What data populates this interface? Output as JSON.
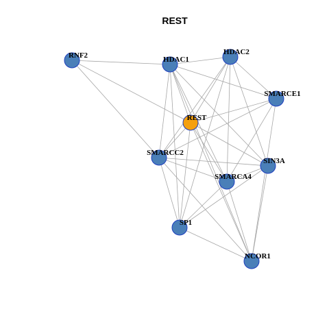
{
  "title": "REST",
  "colors": {
    "focus_node": "#f5a00f",
    "node": "#4a7fb8",
    "node_border": "#1f3fbf",
    "edge": "#a6a6a6"
  },
  "nodes": [
    {
      "id": "RNF2",
      "label": "RNF2",
      "focus": false
    },
    {
      "id": "HDAC1",
      "label": "HDAC1",
      "focus": false
    },
    {
      "id": "HDAC2",
      "label": "HDAC2",
      "focus": false
    },
    {
      "id": "SMARCE1",
      "label": "SMARCE1",
      "focus": false
    },
    {
      "id": "REST",
      "label": "REST",
      "focus": true
    },
    {
      "id": "SMARCC2",
      "label": "SMARCC2",
      "focus": false
    },
    {
      "id": "SIN3A",
      "label": "SIN3A",
      "focus": false
    },
    {
      "id": "SMARCA4",
      "label": "SMARCA4",
      "focus": false
    },
    {
      "id": "SP1",
      "label": "SP1",
      "focus": false
    },
    {
      "id": "NCOR1",
      "label": "NCOR1",
      "focus": false
    }
  ],
  "edges": [
    [
      "RNF2",
      "HDAC1"
    ],
    [
      "RNF2",
      "REST"
    ],
    [
      "RNF2",
      "SMARCC2"
    ],
    [
      "HDAC1",
      "HDAC2"
    ],
    [
      "HDAC1",
      "REST"
    ],
    [
      "HDAC1",
      "SMARCC2"
    ],
    [
      "HDAC1",
      "SIN3A"
    ],
    [
      "HDAC1",
      "SMARCA4"
    ],
    [
      "HDAC1",
      "SP1"
    ],
    [
      "HDAC1",
      "NCOR1"
    ],
    [
      "HDAC1",
      "SMARCE1"
    ],
    [
      "HDAC2",
      "REST"
    ],
    [
      "HDAC2",
      "SMARCC2"
    ],
    [
      "HDAC2",
      "SMARCE1"
    ],
    [
      "HDAC2",
      "SIN3A"
    ],
    [
      "HDAC2",
      "SMARCA4"
    ],
    [
      "HDAC2",
      "SP1"
    ],
    [
      "SMARCE1",
      "REST"
    ],
    [
      "SMARCE1",
      "SMARCC2"
    ],
    [
      "SMARCE1",
      "SMARCA4"
    ],
    [
      "SMARCE1",
      "NCOR1"
    ],
    [
      "REST",
      "SMARCC2"
    ],
    [
      "REST",
      "SIN3A"
    ],
    [
      "REST",
      "SMARCA4"
    ],
    [
      "REST",
      "SP1"
    ],
    [
      "REST",
      "NCOR1"
    ],
    [
      "SMARCC2",
      "SIN3A"
    ],
    [
      "SMARCC2",
      "SMARCA4"
    ],
    [
      "SMARCC2",
      "SP1"
    ],
    [
      "SMARCC2",
      "NCOR1"
    ],
    [
      "SIN3A",
      "SMARCA4"
    ],
    [
      "SIN3A",
      "SP1"
    ],
    [
      "SIN3A",
      "NCOR1"
    ],
    [
      "SMARCA4",
      "SP1"
    ],
    [
      "SMARCA4",
      "NCOR1"
    ],
    [
      "SP1",
      "NCOR1"
    ]
  ]
}
